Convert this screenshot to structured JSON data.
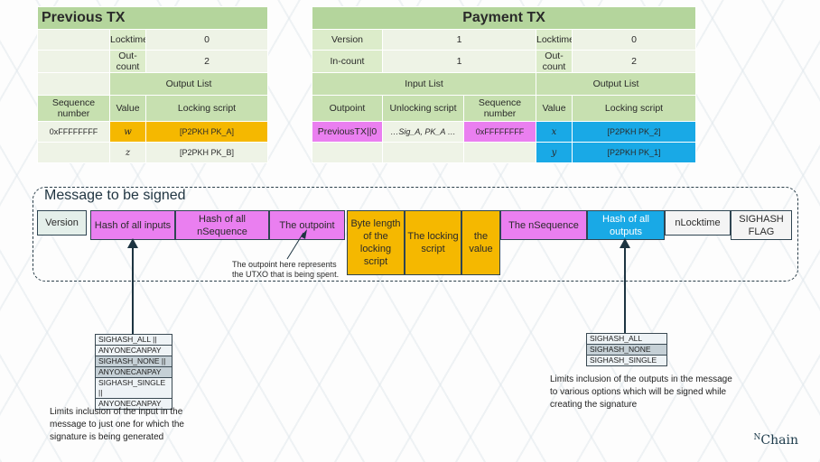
{
  "prev_tx": {
    "title": "Previous TX",
    "locktime_label": "Locktime",
    "locktime_value": "0",
    "outcount_label": "Out-count",
    "outcount_value": "2",
    "output_list": "Output List",
    "seq_header": "Sequence number",
    "value_header": "Value",
    "locking_header": "Locking script",
    "seq_value": "0xFFFFFFFF",
    "w": "w",
    "w_script": "[P2PKH PK_A]",
    "z": "z",
    "z_script": "[P2PKH PK_B]"
  },
  "pay_tx": {
    "title": "Payment TX",
    "version_label": "Version",
    "version_value": "1",
    "incount_label": "In-count",
    "incount_value": "1",
    "locktime_label": "Locktime",
    "locktime_value": "0",
    "outcount_label": "Out-count",
    "outcount_value": "2",
    "input_list": "Input List",
    "output_list": "Output List",
    "outpoint_header": "Outpoint",
    "unlocking_header": "Unlocking script",
    "seq_header": "Sequence number",
    "value_header": "Value",
    "locking_header": "Locking script",
    "outpoint_value": "PreviousTX||0",
    "unlocking_value": "…Sig_A, PK_A …",
    "seq_value": "0xFFFFFFFF",
    "x": "x",
    "x_script": "[P2PKH PK_2]",
    "y": "y",
    "y_script": "[P2PKH PK_1]"
  },
  "message": {
    "title": "Message to be signed",
    "cells": {
      "version": "Version",
      "hash_inputs": "Hash of all inputs",
      "hash_nseq": "Hash of all nSequence",
      "outpoint": "The outpoint",
      "byte_length": "Byte length of the locking script",
      "locking": "The locking script",
      "value": "the value",
      "nseq": "The nSequence",
      "hash_outputs": "Hash of all outputs",
      "nlocktime": "nLocktime",
      "sighash": "SIGHASH FLAG"
    },
    "outpoint_note": "The outpoint here represents the UTXO that is being spent."
  },
  "left_options": [
    "SIGHASH_ALL ||",
    "ANYONECANPAY",
    "SIGHASH_NONE ||",
    "ANYONECANPAY",
    "SIGHASH_SINGLE ||",
    "ANYONECANPAY"
  ],
  "left_desc": "Limits inclusion of the input in the message to just one for which the signature is being generated",
  "right_options": [
    "SIGHASH_ALL",
    "SIGHASH_NONE",
    "SIGHASH_SINGLE"
  ],
  "right_desc": "Limits inclusion of the outputs in the message to various options which will be signed while creating the signature",
  "logo": {
    "prefix": "N",
    "name": "Chain"
  }
}
